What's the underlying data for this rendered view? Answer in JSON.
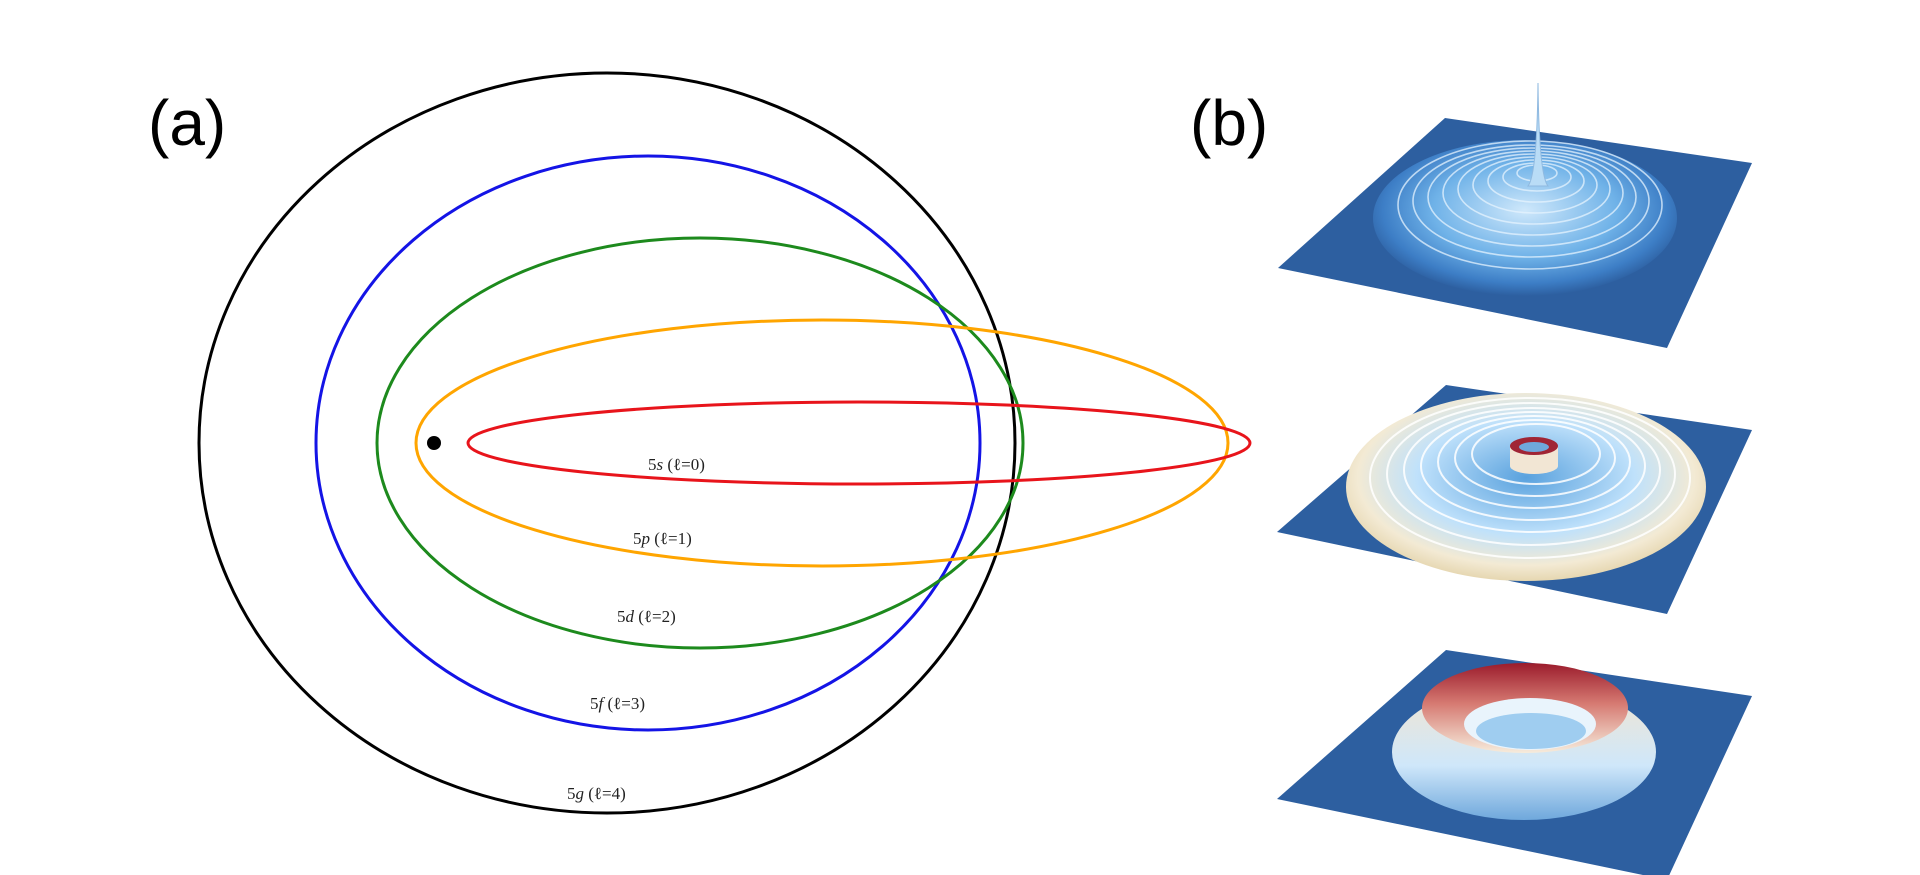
{
  "panel_a": {
    "label": "(a)",
    "orbits": [
      {
        "letter": "s",
        "text_prefix": "5",
        "text_suffix": " (ℓ=0)",
        "color": "#e8141b"
      },
      {
        "letter": "p",
        "text_prefix": "5",
        "text_suffix": " (ℓ=1)",
        "color": "#ffa500"
      },
      {
        "letter": "d",
        "text_prefix": "5",
        "text_suffix": " (ℓ=2)",
        "color": "#1d8a1d"
      },
      {
        "letter": "f",
        "text_prefix": "5",
        "text_suffix": " (ℓ=3)",
        "color": "#1414e6"
      },
      {
        "letter": "g",
        "text_prefix": "5",
        "text_suffix": " (ℓ=4)",
        "color": "#000000"
      }
    ],
    "nucleus_color": "#000000"
  },
  "panel_b": {
    "label": "(b)",
    "surfaces": [
      {
        "name": "5s-density-surface",
        "plane_color": "#2d5fa0"
      },
      {
        "name": "5p-density-surface",
        "plane_color": "#2d5fa0"
      },
      {
        "name": "5g-density-surface",
        "plane_color": "#2d5fa0"
      }
    ]
  }
}
